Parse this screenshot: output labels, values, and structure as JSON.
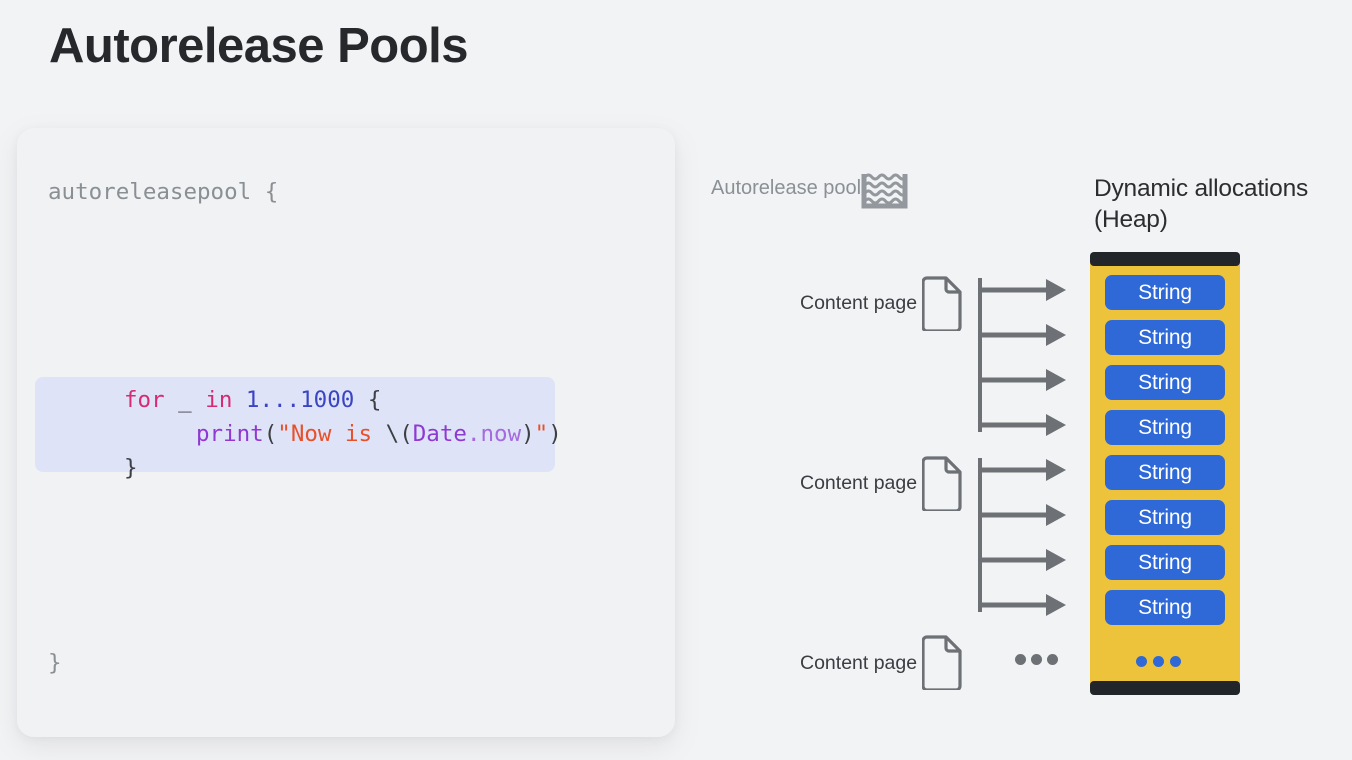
{
  "slide": {
    "title": "Autorelease Pools",
    "background_color": "#f2f3f4"
  },
  "code_panel": {
    "language": "swift",
    "open_line": "autoreleasepool {",
    "close_line": "}",
    "highlight_color": "#dfe3f7",
    "tokens": {
      "for": "for",
      "underscore": " _ ",
      "in": "in",
      "space1": " ",
      "range": "1...1000",
      "brace_open": " {",
      "print": "print",
      "paren_open": "(",
      "quote_open": "\"",
      "string_text": "Now is ",
      "interp_open": "\\(",
      "type_date": "Date",
      "dot_now": ".now",
      "interp_close": ")",
      "quote_close": "\"",
      "paren_close": ")",
      "brace_close": "}"
    },
    "colors": {
      "keyword": "#d62a72",
      "number": "#3b45c4",
      "function": "#9038d4",
      "string": "#e8502a",
      "type": "#8d3ad4",
      "property": "#a46ae0",
      "plain": "#3c3f43",
      "dim": "#8a8f94"
    }
  },
  "diagram": {
    "pool_label": "Autorelease pool",
    "pool_icon": "pool-waves-icon",
    "heap_title": "Dynamic allocations\n(Heap)",
    "content_pages": [
      {
        "label": "Content page",
        "icon": "document-icon",
        "arrows": 4,
        "has_ellipsis": false
      },
      {
        "label": "Content page",
        "icon": "document-icon",
        "arrows": 4,
        "has_ellipsis": false
      },
      {
        "label": "Content page",
        "icon": "document-icon",
        "arrows": 0,
        "has_ellipsis": true
      }
    ],
    "heap": {
      "container_color": "#eec33c",
      "cap_color": "#22262b",
      "block_color": "#2e69d7",
      "block_text_color": "#ffffff",
      "blocks": [
        {
          "label": "String"
        },
        {
          "label": "String"
        },
        {
          "label": "String"
        },
        {
          "label": "String"
        },
        {
          "label": "String"
        },
        {
          "label": "String"
        },
        {
          "label": "String"
        },
        {
          "label": "String"
        }
      ],
      "ellipsis_dots": 3
    },
    "arrow_color": "#6d7075"
  }
}
